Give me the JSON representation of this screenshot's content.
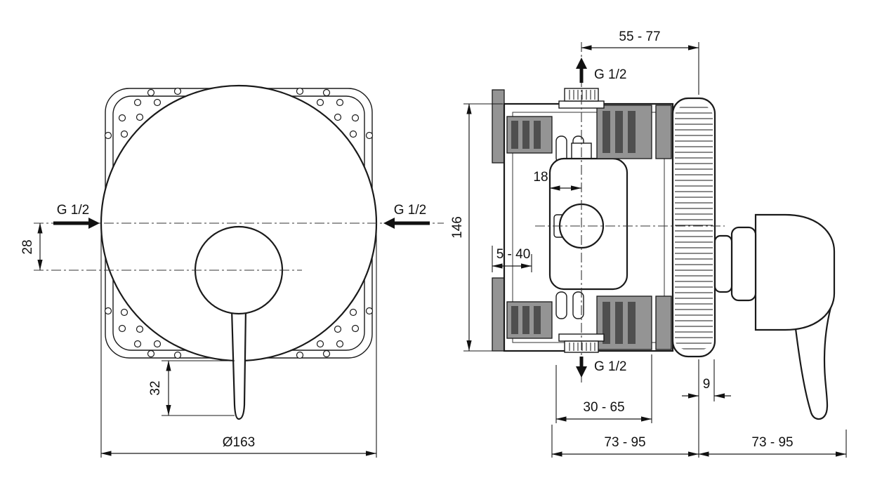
{
  "front_view": {
    "thread_left": "G 1/2",
    "thread_right": "G 1/2",
    "dim_center_offset": "28",
    "dim_lever_drop": "32",
    "dim_plate_diameter": "Ø163"
  },
  "side_view": {
    "dim_pipe_to_wall": "55 - 77",
    "thread_top": "G 1/2",
    "dim_cartridge_offset": "18",
    "dim_body_height": "146",
    "dim_mounting_range": "5 - 40",
    "thread_bottom": "G 1/2",
    "dim_depth_range": "30 - 65",
    "dim_plate_thickness": "9",
    "dim_inwall_depth": "73 - 95",
    "dim_protrusion": "73 - 95"
  },
  "colors": {
    "line": "#1a1a1a",
    "centerline": "#333333",
    "clamp_gray": "#949494",
    "clamp_dark": "#4f4f4f",
    "background": "#ffffff"
  }
}
